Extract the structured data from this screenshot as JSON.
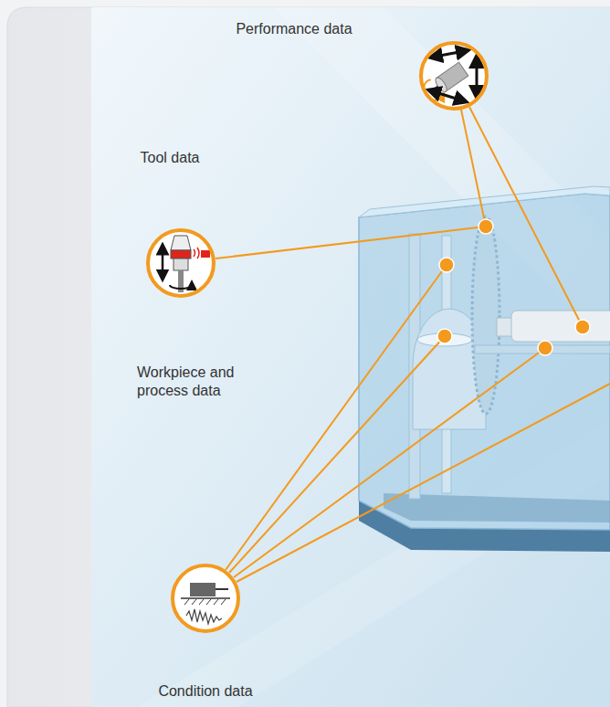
{
  "diagram": {
    "nodes": [
      {
        "text": [
          "Performance data"
        ]
      },
      {
        "text": [
          "Tool data"
        ]
      },
      {
        "text": [
          "Condition data"
        ]
      }
    ],
    "labels": [
      "Workpiece and process data"
    ]
  }
}
